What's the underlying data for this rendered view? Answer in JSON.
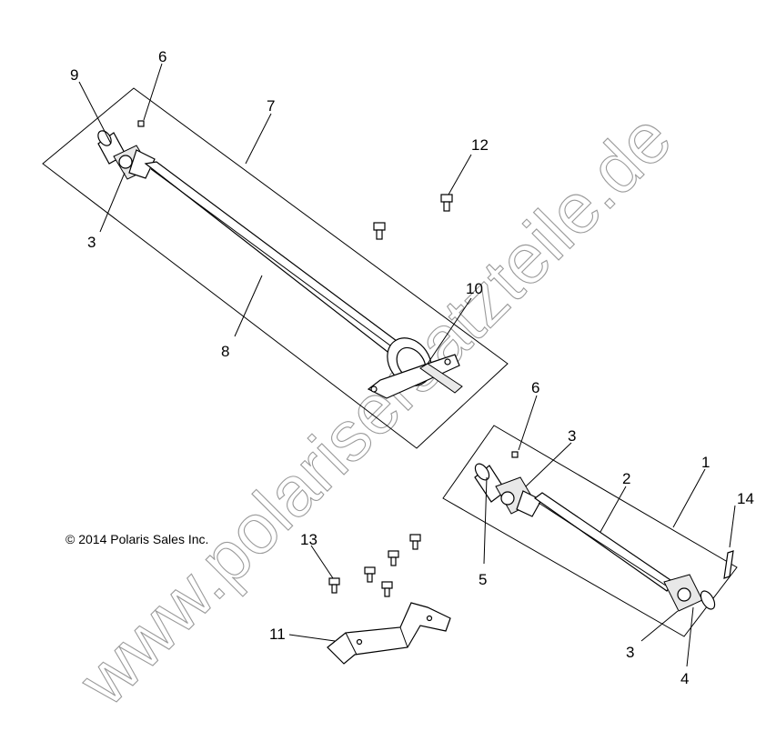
{
  "copyright": "© 2014 Polaris Sales Inc.",
  "watermark": "www.polarisersatzteile.de",
  "callouts": [
    "1",
    "2",
    "3",
    "3",
    "3",
    "4",
    "5",
    "6",
    "6",
    "7",
    "8",
    "9",
    "10",
    "11",
    "12",
    "13",
    "14"
  ]
}
